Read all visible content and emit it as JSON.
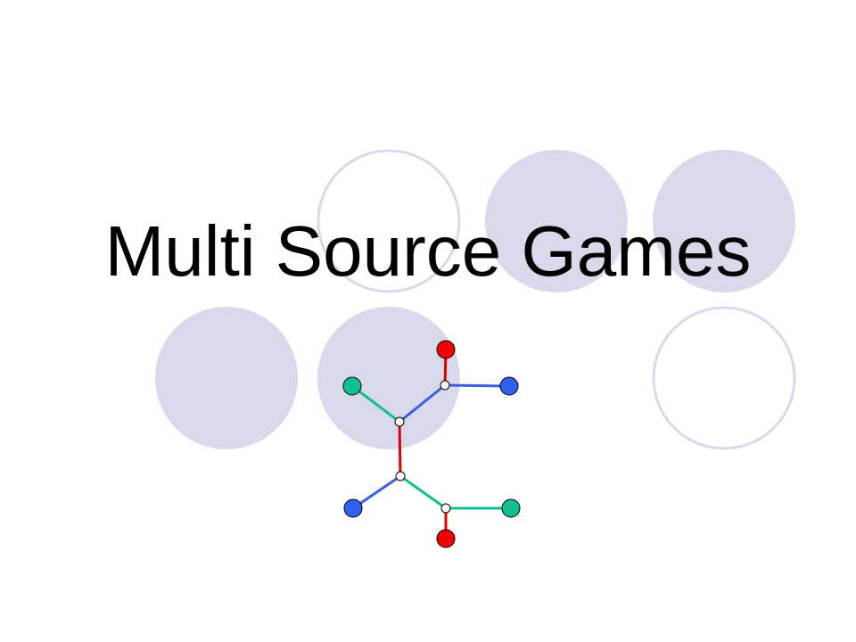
{
  "slide": {
    "title": "Multi Source Games"
  },
  "colors": {
    "circle_fill": "#d9d9ec",
    "circle_outline": "#d9d9ec",
    "edge_red": "#e00000",
    "edge_blue": "#3a5fe0",
    "edge_green": "#10c090",
    "node_red": "#f00000",
    "node_blue": "#3060ee",
    "node_green": "#10c090",
    "node_steiner": "#ffffff"
  },
  "graph": {
    "edges": [
      {
        "from": "red-top",
        "to": "junction-top",
        "color": "red"
      },
      {
        "from": "junction-top",
        "to": "blue-top",
        "color": "blue"
      },
      {
        "from": "junction-top",
        "to": "junction-mid-upper",
        "color": "blue"
      },
      {
        "from": "green-left",
        "to": "junction-mid-upper",
        "color": "green"
      },
      {
        "from": "junction-mid-upper",
        "to": "junction-mid-lower",
        "color": "red"
      },
      {
        "from": "junction-mid-lower",
        "to": "blue-bottom",
        "color": "blue"
      },
      {
        "from": "junction-mid-lower",
        "to": "junction-bottom",
        "color": "green"
      },
      {
        "from": "junction-bottom",
        "to": "green-right",
        "color": "green"
      },
      {
        "from": "junction-bottom",
        "to": "red-bottom",
        "color": "red"
      }
    ]
  }
}
